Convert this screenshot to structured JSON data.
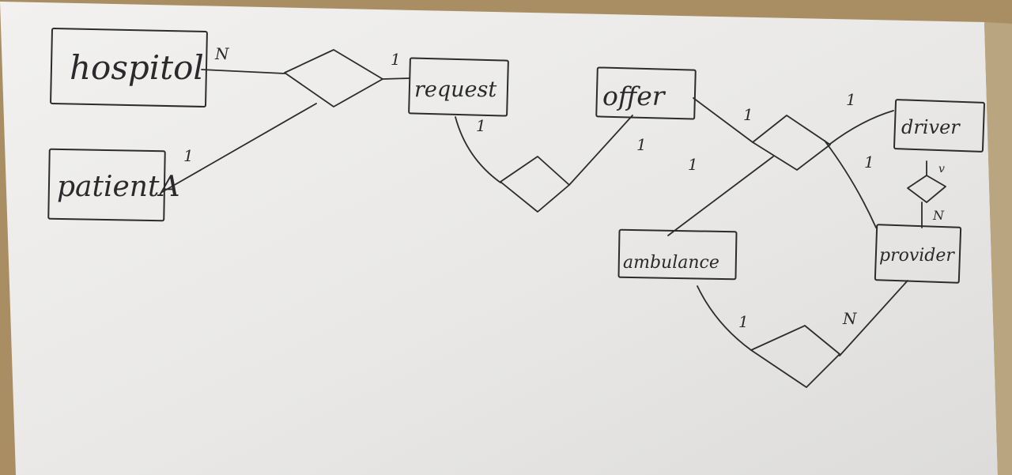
{
  "diagram": {
    "entities": [
      {
        "id": "hospital",
        "label": "hospitol"
      },
      {
        "id": "patient",
        "label": "patientA"
      },
      {
        "id": "request",
        "label": "request"
      },
      {
        "id": "offer",
        "label": "offer"
      },
      {
        "id": "driver",
        "label": "driver"
      },
      {
        "id": "ambulance",
        "label": "ambulance"
      },
      {
        "id": "provider",
        "label": "provider"
      }
    ],
    "relationships": [
      {
        "id": "rel-hospital-patient-request"
      },
      {
        "id": "rel-request-offer"
      },
      {
        "id": "rel-offer-ambulance-driver-provider"
      },
      {
        "id": "rel-driver-provider"
      },
      {
        "id": "rel-ambulance-provider"
      }
    ],
    "cardinalities": {
      "hospital": "N",
      "patient": "1",
      "request_top": "1",
      "request_bottom": "1",
      "offer_bottom": "1",
      "offer_right": "1",
      "ambulance_top": "1",
      "driver_left": "1",
      "provider_left": "1",
      "driver_bottom": "v",
      "provider_top": "N",
      "ambulance_bottom": "1",
      "provider_bottom": "N"
    },
    "colors": {
      "paper": "#ecebe9",
      "ink": "#2c2c2e",
      "table": "#a98e63"
    }
  }
}
